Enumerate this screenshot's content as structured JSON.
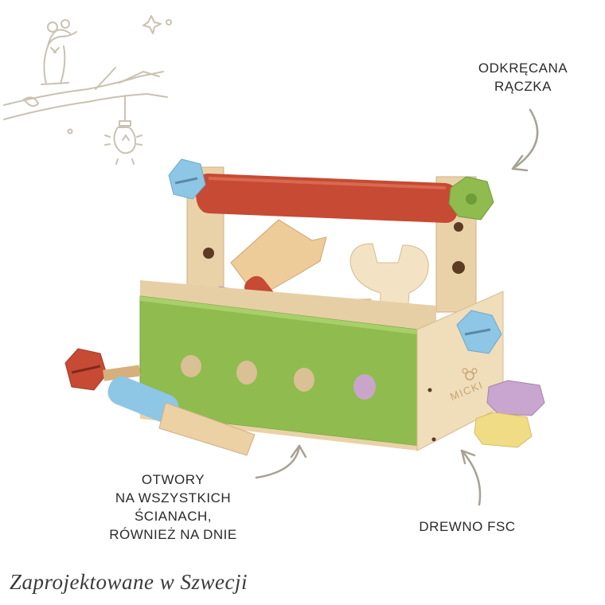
{
  "callouts": {
    "handle": [
      "ODKRĘCANA",
      "RĄCZKA"
    ],
    "holes": [
      "OTWORY",
      "NA WSZYSTKICH ŚCIANACH,",
      "RÓWNIEŻ NA DNIE"
    ],
    "wood": [
      "DREWNO FSC"
    ]
  },
  "brand_mark": "MICKI",
  "tagline": "Zaprojektowane w Szwecji",
  "colors": {
    "doodle": "#c9c2b2",
    "arrow": "#a8a294",
    "handle_red": "#c64a34",
    "box_green": "#8fbb4f",
    "light_wood": "#ead2a8",
    "bolt_blue": "#8ec6e6",
    "nut_purple": "#c8a6cf",
    "nut_yellow": "#f1dc86"
  }
}
